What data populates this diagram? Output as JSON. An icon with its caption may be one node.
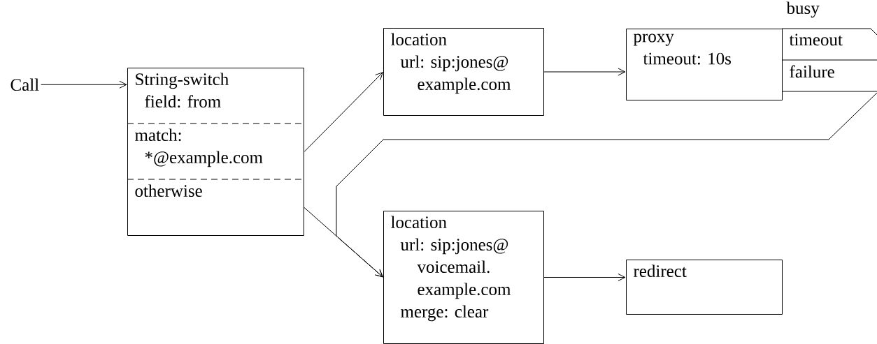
{
  "diagram": {
    "nodes": [
      {
        "text": [
          "Call"
        ]
      },
      {
        "text": [
          "String-switch",
          "field: from"
        ]
      },
      {
        "text": [
          "match:",
          "*@example.com"
        ],
        "in": 1
      },
      {
        "text": [
          "otherwise"
        ],
        "in": 1
      },
      {
        "text": [
          "location",
          "url: sip:jones@ example.com"
        ]
      },
      {
        "text": [
          "proxy",
          "timeout: 10s"
        ]
      },
      {
        "text": [
          "busy"
        ]
      },
      {
        "text": [
          "timeout"
        ]
      },
      {
        "text": [
          "failure"
        ]
      },
      {
        "text": [
          "location",
          "url: sip:jones@ voicemail. example.com",
          "merge: clear"
        ]
      },
      {
        "text": [
          "redirect"
        ]
      }
    ],
    "edges": [
      {
        "from": 0,
        "to": 1,
        "arrow": "to"
      },
      {
        "from": 2,
        "to": 4,
        "arrow": "to"
      },
      {
        "from": 3,
        "to": 9,
        "arrow": "to"
      },
      {
        "from": 4,
        "to": 5,
        "arrow": "to"
      },
      {
        "from": 8,
        "to": 9,
        "arrow": "to"
      },
      {
        "from": 9,
        "to": 10,
        "arrow": "to"
      }
    ]
  }
}
